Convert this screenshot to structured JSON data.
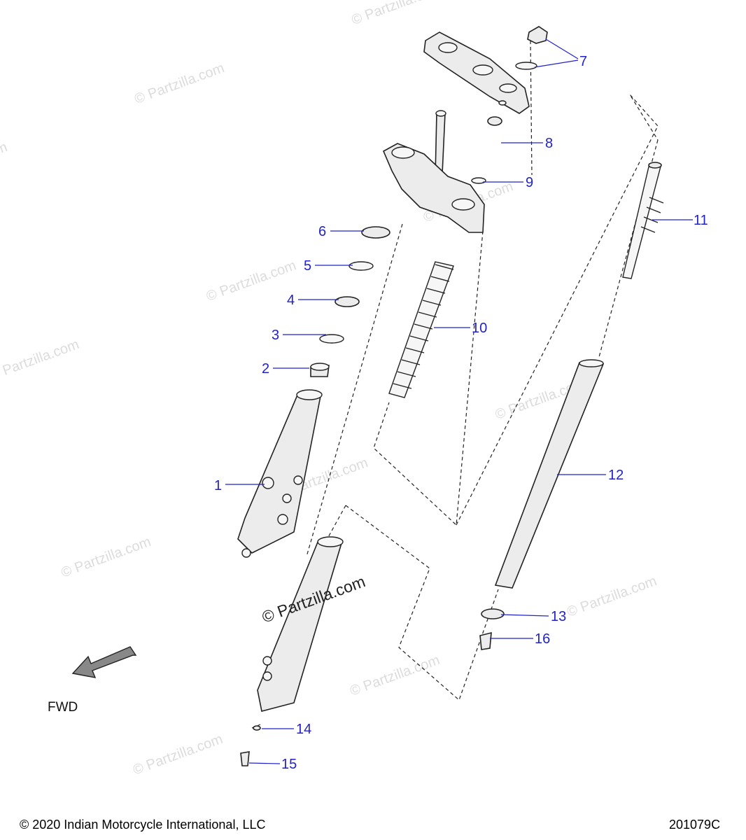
{
  "watermark": {
    "text": "© Partzilla.com",
    "center_text": "© Partzilla.com"
  },
  "callouts": [
    {
      "num": "1"
    },
    {
      "num": "2"
    },
    {
      "num": "3"
    },
    {
      "num": "4"
    },
    {
      "num": "5"
    },
    {
      "num": "6"
    },
    {
      "num": "7"
    },
    {
      "num": "8"
    },
    {
      "num": "9"
    },
    {
      "num": "10"
    },
    {
      "num": "11"
    },
    {
      "num": "12"
    },
    {
      "num": "13"
    },
    {
      "num": "14"
    },
    {
      "num": "15"
    },
    {
      "num": "16"
    }
  ],
  "direction_label": "FWD",
  "footer": {
    "copyright": "© 2020 Indian Motorcycle International, LLC",
    "code": "201079C"
  },
  "colors": {
    "callout": "#2222cc",
    "line": "#222222",
    "watermark": "#dcdcdc"
  }
}
